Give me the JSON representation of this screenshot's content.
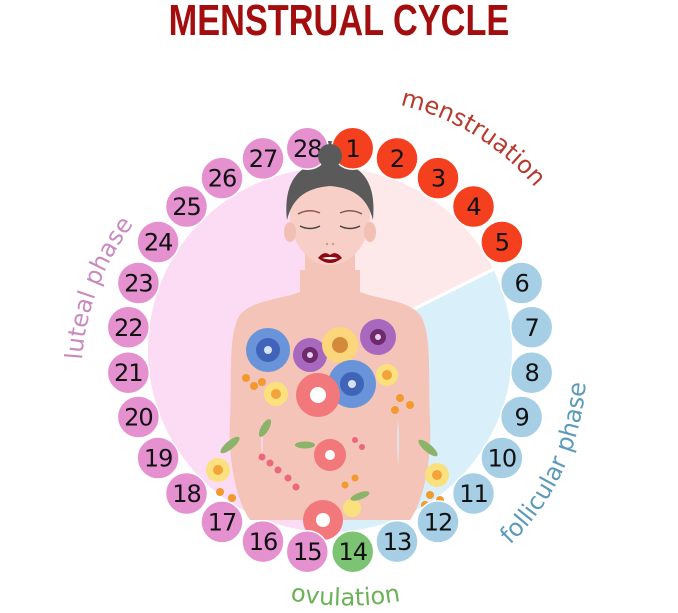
{
  "title": "MENSTRUAL CYCLE",
  "colors": {
    "title": "#a30d0d",
    "menstruation": "#f4401f",
    "follicular": "#a6cfe6",
    "ovulation": "#7cc373",
    "luteal": "#e591d0",
    "menstruation_label": "#b83a2e",
    "follicular_label": "#5b9ab8",
    "ovulation_label": "#6ab255",
    "luteal_label": "#c98abf",
    "inner_menstruation": "#fde8ea",
    "inner_follicular": "#d9effa",
    "inner_luteal": "#fcdcf4",
    "skin": "#f5c4b8",
    "hair": "#5a5a5a",
    "lips": "#8a0a12"
  },
  "phases": {
    "menstruation": "menstruation",
    "follicular": "follicular phase",
    "ovulation": "ovulation",
    "luteal": "luteal phase"
  },
  "days": [
    {
      "n": "1",
      "phase": "menstruation"
    },
    {
      "n": "2",
      "phase": "menstruation"
    },
    {
      "n": "3",
      "phase": "menstruation"
    },
    {
      "n": "4",
      "phase": "menstruation"
    },
    {
      "n": "5",
      "phase": "menstruation"
    },
    {
      "n": "6",
      "phase": "follicular"
    },
    {
      "n": "7",
      "phase": "follicular"
    },
    {
      "n": "8",
      "phase": "follicular"
    },
    {
      "n": "9",
      "phase": "follicular"
    },
    {
      "n": "10",
      "phase": "follicular"
    },
    {
      "n": "11",
      "phase": "follicular"
    },
    {
      "n": "12",
      "phase": "follicular"
    },
    {
      "n": "13",
      "phase": "follicular"
    },
    {
      "n": "14",
      "phase": "ovulation"
    },
    {
      "n": "15",
      "phase": "luteal"
    },
    {
      "n": "16",
      "phase": "luteal"
    },
    {
      "n": "17",
      "phase": "luteal"
    },
    {
      "n": "18",
      "phase": "luteal"
    },
    {
      "n": "19",
      "phase": "luteal"
    },
    {
      "n": "20",
      "phase": "luteal"
    },
    {
      "n": "21",
      "phase": "luteal"
    },
    {
      "n": "22",
      "phase": "luteal"
    },
    {
      "n": "23",
      "phase": "luteal"
    },
    {
      "n": "24",
      "phase": "luteal"
    },
    {
      "n": "25",
      "phase": "luteal"
    },
    {
      "n": "26",
      "phase": "luteal"
    },
    {
      "n": "27",
      "phase": "luteal"
    },
    {
      "n": "28",
      "phase": "luteal"
    }
  ]
}
